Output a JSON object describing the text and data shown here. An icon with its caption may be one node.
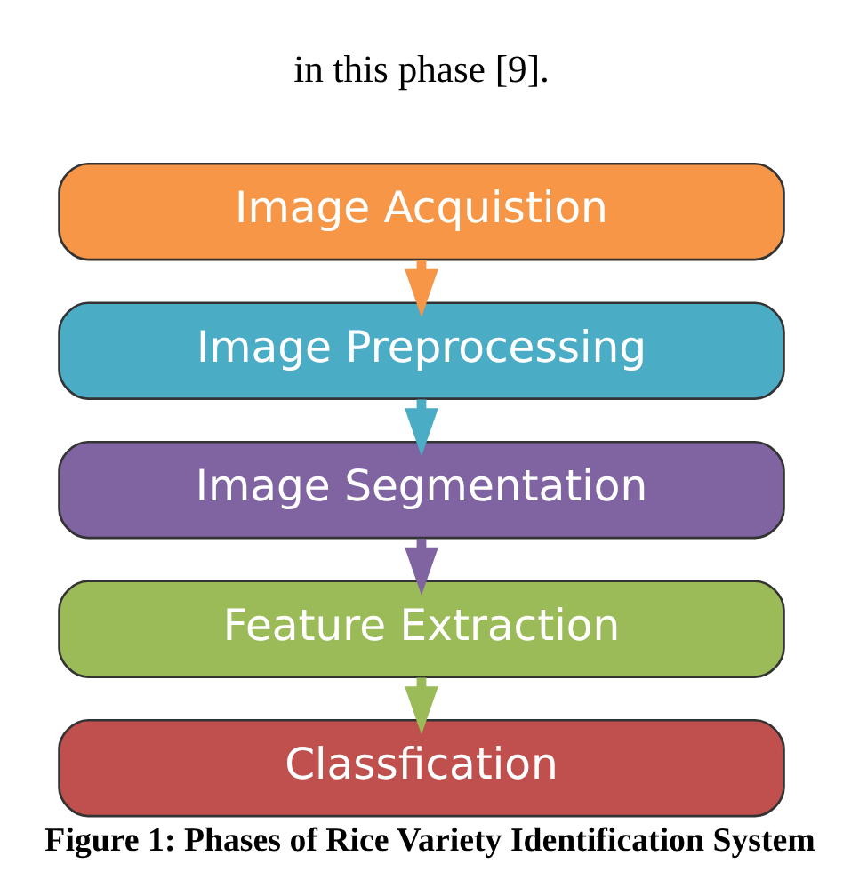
{
  "diagram": {
    "caption": "Figure 1: Phases of Rice Variety Identification System",
    "nodes": [
      {
        "text": [
          "Image Acquistion"
        ]
      },
      {
        "text": [
          "Image Preprocessing"
        ]
      },
      {
        "text": [
          "Image Segmentation"
        ]
      },
      {
        "text": [
          "Feature Extraction"
        ]
      },
      {
        "text": [
          "Classfication"
        ]
      }
    ],
    "edges": [
      {
        "from": 0,
        "to": 1,
        "arrow": "to",
        "color": "#f79646"
      },
      {
        "from": 1,
        "to": 2,
        "arrow": "to",
        "color": "#4bacc6"
      },
      {
        "from": 2,
        "to": 3,
        "arrow": "to",
        "color": "#8064a2"
      },
      {
        "from": 3,
        "to": 4,
        "arrow": "to",
        "color": "#9bbb59"
      }
    ],
    "labels": [
      "in this phase [9]."
    ]
  }
}
